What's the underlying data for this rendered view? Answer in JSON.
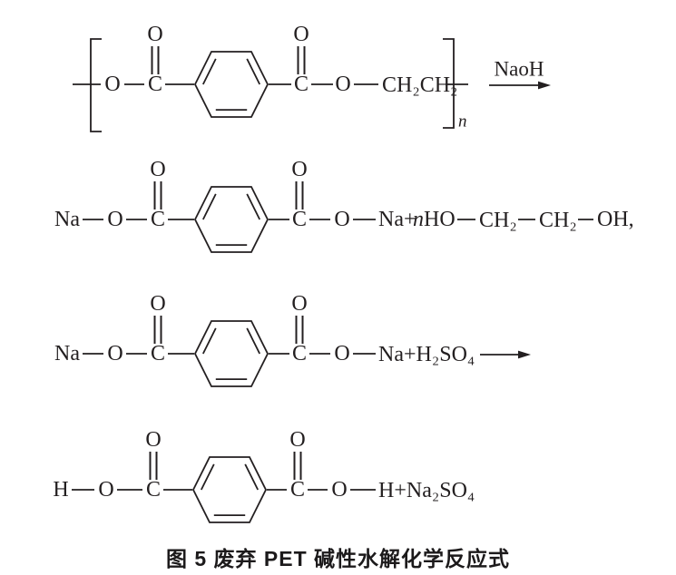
{
  "caption": "图 5  废弃 PET 碱性水解化学反应式",
  "row1": {
    "o_ester_left": "O",
    "c_carbonyl_left": "C",
    "o_top_left": "O",
    "o_top_right": "O",
    "c_carbonyl_right": "C",
    "o_ester_right": "O",
    "ethylene": "CH₂CH₂",
    "repeat_subscript": "n",
    "reagent_above_arrow": "NaoH"
  },
  "row2": {
    "na_left": "Na",
    "o_left": "O",
    "c_carbonyl_left": "C",
    "o_top_left": "O",
    "o_top_right": "O",
    "c_carbonyl_right": "C",
    "o_right": "O",
    "na_plus": "Na+",
    "n_italic": "n",
    "ho": "HO",
    "ch2_first": "CH₂",
    "ch2_second": "CH₂",
    "oh_comma": "OH,"
  },
  "row3": {
    "na_left": "Na",
    "o_left": "O",
    "c_carbonyl_left": "C",
    "o_top_left": "O",
    "o_top_right": "O",
    "c_carbonyl_right": "C",
    "o_right": "O",
    "right_formula": "Na+H₂SO₄"
  },
  "row4": {
    "h_left": "H",
    "o_left": "O",
    "c_carbonyl_left": "C",
    "o_top_left": "O",
    "o_top_right": "O",
    "c_carbonyl_right": "C",
    "o_right": "O",
    "right_formula": "H+Na₂SO₄"
  }
}
